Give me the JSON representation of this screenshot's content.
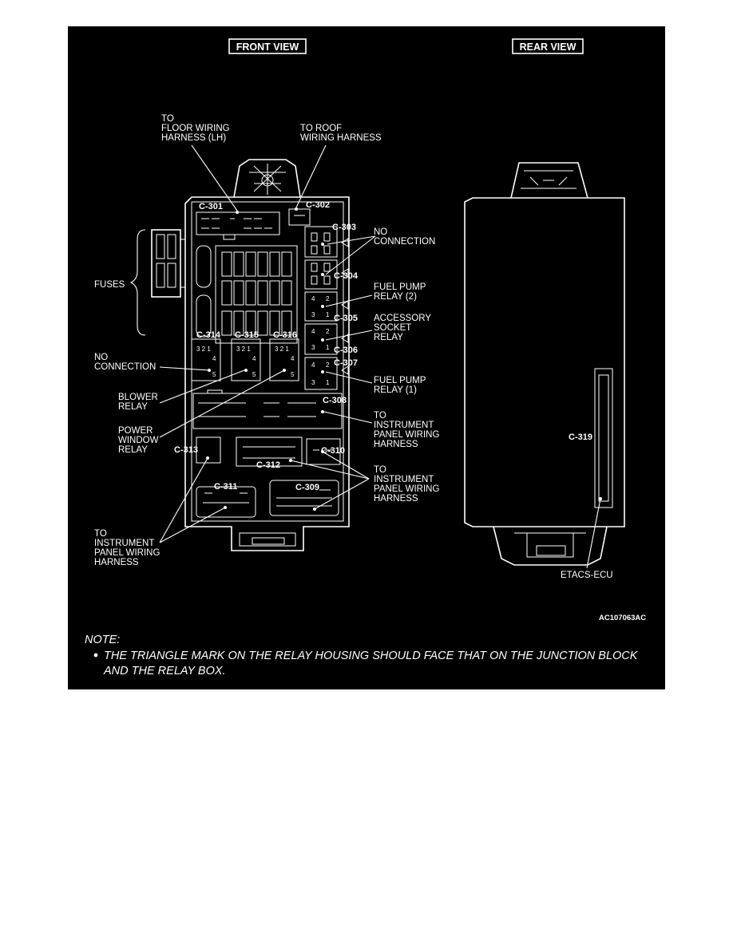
{
  "views": {
    "front": "FRONT VIEW",
    "rear": "REAR VIEW"
  },
  "labels": {
    "floor_harness": [
      "TO",
      "FLOOR WIRING",
      "HARNESS (LH)"
    ],
    "roof_harness": [
      "TO ROOF",
      "WIRING HARNESS"
    ],
    "no_connection_right": [
      "NO",
      "CONNECTION"
    ],
    "fuel_pump_relay_2": [
      "FUEL PUMP",
      "RELAY (2)"
    ],
    "accessory_socket_relay": [
      "ACCESSORY",
      "SOCKET",
      "RELAY"
    ],
    "fuel_pump_relay_1": [
      "FUEL PUMP",
      "RELAY (1)"
    ],
    "fuses": "FUSES",
    "no_connection_left": [
      "NO",
      "CONNECTION"
    ],
    "blower_relay": [
      "BLOWER",
      "RELAY"
    ],
    "power_window_relay": [
      "POWER",
      "WINDOW",
      "RELAY"
    ],
    "instrument_harness_a": [
      "TO",
      "INSTRUMENT",
      "PANEL WIRING",
      "HARNESS"
    ],
    "instrument_harness_b": [
      "TO",
      "INSTRUMENT",
      "PANEL WIRING",
      "HARNESS"
    ],
    "instrument_harness_c": [
      "TO",
      "INSTRUMENT",
      "PANEL WIRING",
      "HARNESS"
    ],
    "etacs": "ETACS-ECU"
  },
  "connectors": {
    "c301": "C-301",
    "c302": "C-302",
    "c303": "C-303",
    "c304": "C-304",
    "c305": "C-305",
    "c306": "C-306",
    "c307": "C-307",
    "c308": "C-308",
    "c309": "C-309",
    "c310": "C-310",
    "c311": "C-311",
    "c312": "C-312",
    "c313": "C-313",
    "c314": "C-314",
    "c315": "C-315",
    "c316": "C-316",
    "c319": "C-319"
  },
  "relay_pins": {
    "top": "3 2 1",
    "mid": "4",
    "bot": "5",
    "quad": [
      "4",
      "2",
      "3",
      "1"
    ]
  },
  "figure_code": "AC107063AC",
  "note": {
    "heading": "NOTE:",
    "lines": [
      "THE TRIANGLE MARK ON THE RELAY HOUSING SHOULD FACE THAT ON THE JUNCTION BLOCK",
      "AND THE RELAY BOX."
    ]
  },
  "colors": {
    "background": "#000000",
    "lines": "#ffffff",
    "page": "#ffffff"
  }
}
